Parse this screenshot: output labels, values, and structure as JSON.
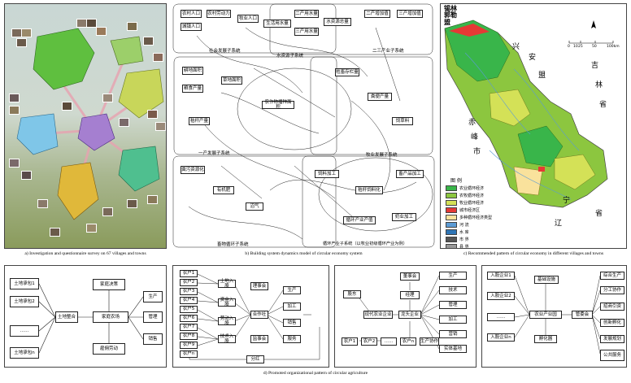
{
  "captions": {
    "a": "a) Investigation and questionnaire survey on 67 villages and towns",
    "b": "b) Building system dynamics model of circular economy system",
    "c": "c) Recommended pattern of circular economy in different villages and towns",
    "d": "d) Promoted organizational pattern of circular agriculture"
  },
  "sd_model": {
    "subsystem_labels": [
      "社会发展子系统",
      "水资源子系统",
      "二三产业子系统",
      "一产发展子系统",
      "牧业发展子系统",
      "畜物循环子系统",
      "循环产业子系统（以牧业初级循环产业为例）"
    ],
    "top_boxes": [
      "农村人口",
      "城镇人口",
      "农村劳动力",
      "牧业人口",
      "生活用水量",
      "二产用水量",
      "三产用水量",
      "水资源总量",
      "二产增加值",
      "三产增加值"
    ],
    "mid_boxes": [
      "耕地面积",
      "粮食产量",
      "草地面积",
      "牲畜存栏量",
      "秸秆产量",
      "粪便产量",
      "饲草料",
      "农作物播种面积"
    ],
    "bottom_boxes": [
      "粪污资源化",
      "有机肥",
      "沼气",
      "饲料加工",
      "秸秆饲料化",
      "畜产品加工",
      "循环产业产值",
      "奶业加工"
    ]
  },
  "map": {
    "title": "锡林\n郭勒\n盟",
    "regions": [
      "兴",
      "安",
      "盟",
      "吉",
      "林",
      "省",
      "赤",
      "峰",
      "市",
      "宁",
      "辽",
      "省"
    ],
    "scale_labels": [
      "0",
      "10",
      "25",
      "50",
      "100km"
    ],
    "legend_title": "图 例",
    "legend": [
      {
        "label": "农业循环经济",
        "color": "#39b54a"
      },
      {
        "label": "农牧循环经济",
        "color": "#8cc63f"
      },
      {
        "label": "牧业循环经济",
        "color": "#d4e157"
      },
      {
        "label": "城市经济区",
        "color": "#e53935"
      },
      {
        "label": "多种循环经济类型",
        "color": "#f9e29c"
      },
      {
        "label": "河 流",
        "color": "#5b9bd5"
      },
      {
        "label": "水 库",
        "color": "#2e75b6"
      },
      {
        "label": "市 界",
        "color": "#555555"
      },
      {
        "label": "县 界",
        "color": "#999999"
      }
    ]
  },
  "org1": {
    "contracts": [
      "土地承包1",
      "土地承包2",
      "……",
      "土地承包n"
    ],
    "center1": "土地整合",
    "center2": "家庭农场",
    "top": "家庭决策",
    "bottom": "雇佣劳动",
    "right": [
      "生产",
      "管理",
      "销售"
    ]
  },
  "org2": {
    "farmers": [
      "农户1",
      "农户2",
      "农户3",
      "农户4",
      "农户5",
      "农户6",
      "农户7",
      "农户8",
      "农户9",
      "农户n"
    ],
    "mid": [
      "土地入股",
      "资金入股",
      "劳动入股",
      "技术入股"
    ],
    "coop": "合作社",
    "board": "理事会",
    "supervise": "监事会",
    "right": [
      "生产",
      "加工",
      "销售",
      "服务"
    ],
    "bottom": "分红"
  },
  "org3": {
    "top": [
      "董事会",
      "经理"
    ],
    "left": "股东",
    "mid": "现代农业企业",
    "center": "龙头企业",
    "bottom": [
      "农户1",
      "农户2",
      "……",
      "农户n"
    ],
    "coop": "生产协作",
    "right": [
      "生产",
      "技术",
      "管理",
      "加工",
      "营销",
      "实体基地"
    ]
  },
  "org4": {
    "left": [
      "入股企业1",
      "入股企业2",
      "……",
      "入股企业n"
    ],
    "top": "基础设施",
    "mid": "农业产业园",
    "bottom": "孵化器",
    "council": "管委会",
    "right": [
      "综合生产",
      "分工协作",
      "招商引资",
      "创新孵化",
      "发展规划",
      "公共服务"
    ]
  }
}
